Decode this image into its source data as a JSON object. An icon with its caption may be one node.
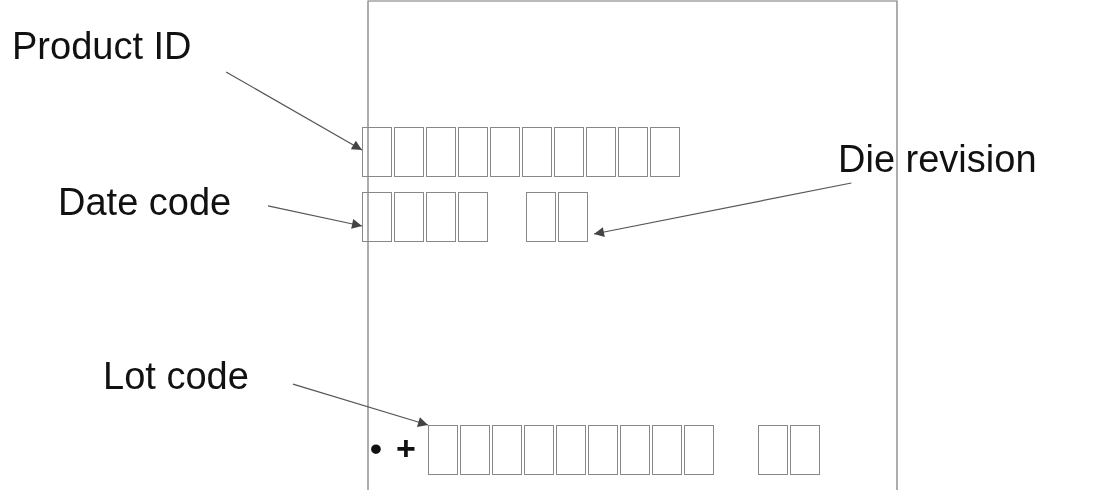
{
  "diagram": {
    "nodes": [
      {
        "text": [
          "Product ID"
        ]
      },
      {
        "text": [],
        "shape": "box"
      },
      {
        "text": [
          "Date code"
        ]
      },
      {
        "text": [],
        "shape": "box"
      },
      {
        "text": [
          "Die revision"
        ]
      },
      {
        "text": [],
        "shape": "box"
      },
      {
        "text": [
          "Lot code"
        ]
      },
      {
        "text": [],
        "shape": "box"
      }
    ],
    "edges": [
      {
        "from": 0,
        "to": 1,
        "arrow": "to"
      },
      {
        "from": 2,
        "to": 3,
        "arrow": "to"
      },
      {
        "from": 4,
        "to": 5,
        "arrow": "to"
      },
      {
        "from": 6,
        "to": 7,
        "arrow": "to"
      }
    ],
    "labels": [
      "•",
      "+"
    ]
  }
}
